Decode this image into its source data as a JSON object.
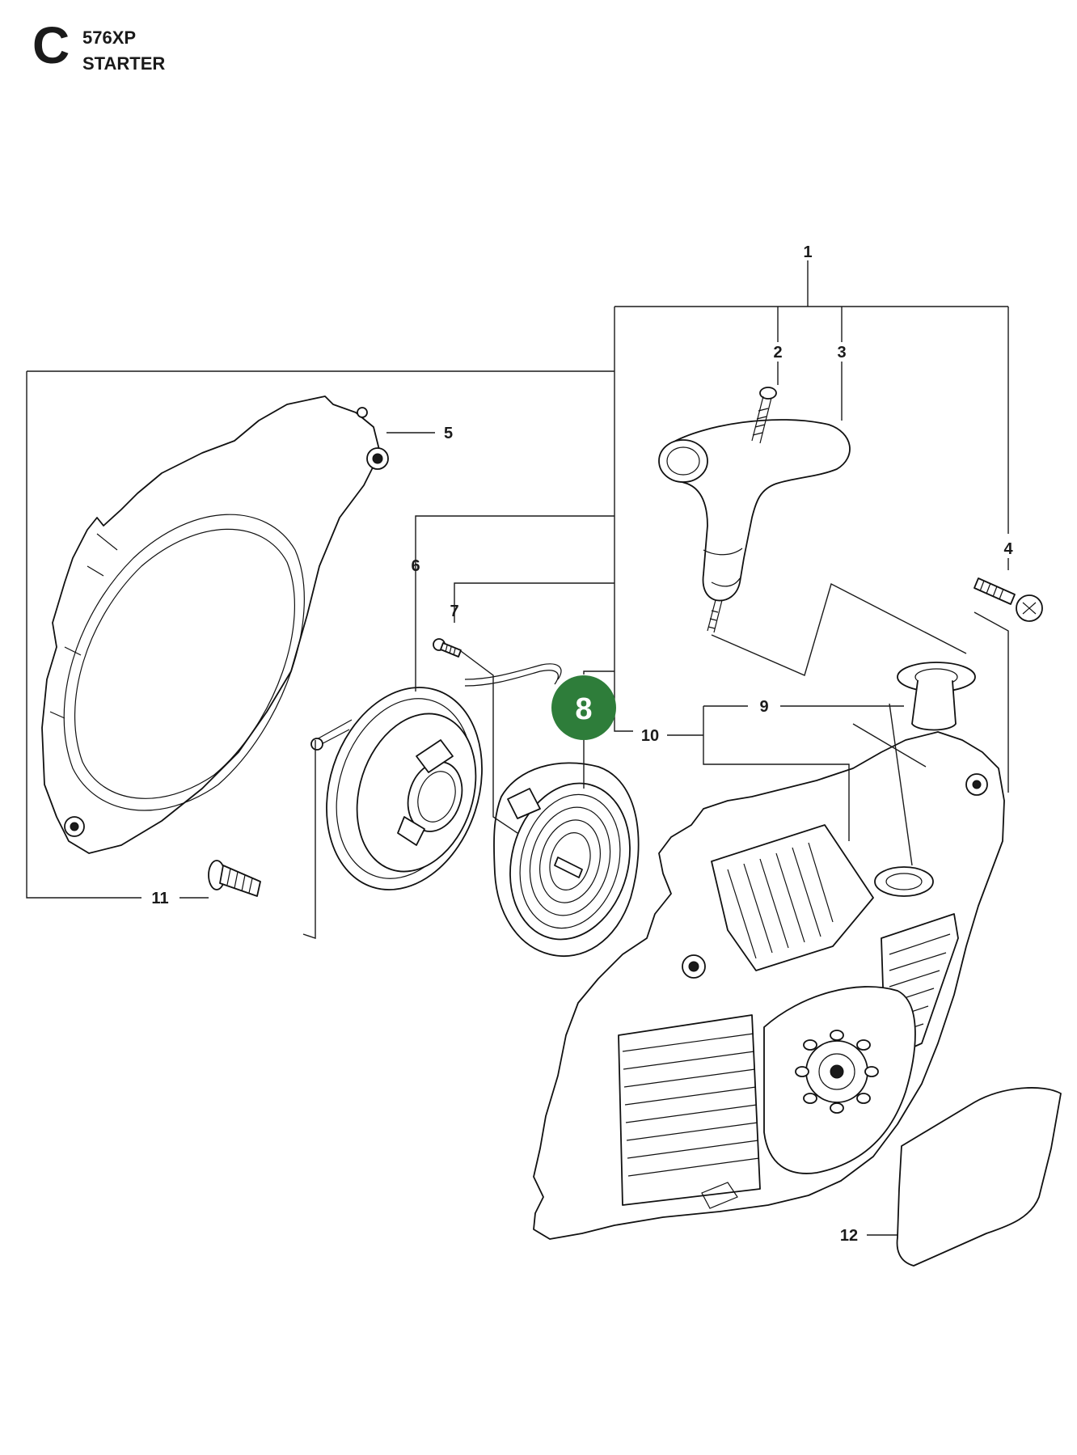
{
  "header": {
    "section_letter": "C",
    "model": "576XP",
    "section_name": "STARTER"
  },
  "colors": {
    "highlight": "#2e7d3a",
    "line": "#1a1a1a"
  },
  "callouts": {
    "c1": "1",
    "c2": "2",
    "c3": "3",
    "c4": "4",
    "c5": "5",
    "c6": "6",
    "c7": "7",
    "c8": "8",
    "c9": "9",
    "c10": "10",
    "c11": "11",
    "c12": "12"
  },
  "highlighted_callout": "8"
}
